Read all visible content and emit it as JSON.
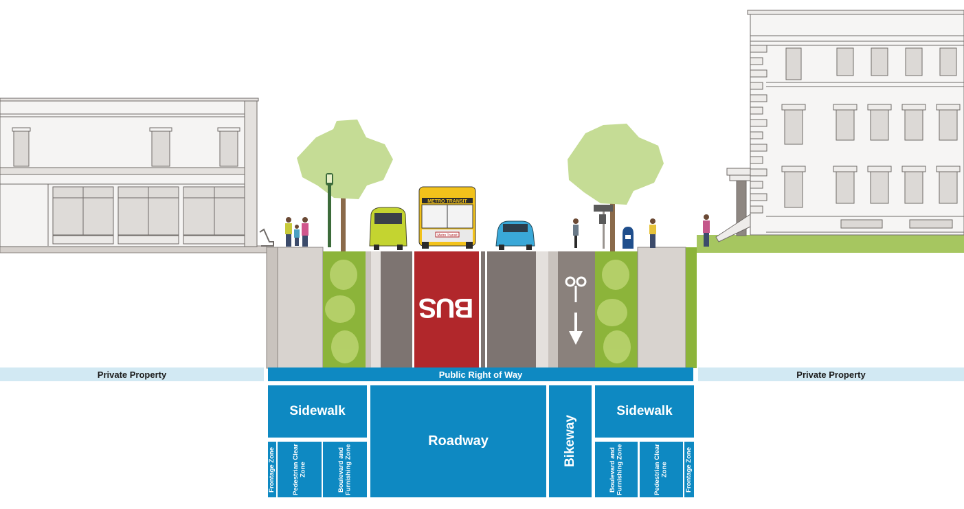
{
  "labels": {
    "private_left": "Private Property",
    "public": "Public Right of Way",
    "private_right": "Private Property"
  },
  "zones": {
    "sidewalk_left": "Sidewalk",
    "frontage_left": "Frontage Zone",
    "ped_clear_left": "Pedestrian Clear Zone",
    "boulevard_left": "Boulevard and Furnishing Zone",
    "roadway": "Roadway",
    "bikeway": "Bikeway",
    "sidewalk_right": "Sidewalk",
    "boulevard_right": "Boulevard and Furnishing Zone",
    "ped_clear_right": "Pedestrian Clear Zone",
    "frontage_right": "Frontage Zone"
  },
  "street": {
    "bus_lane_marking": "BUS",
    "bus_sign": "METRO TRANSIT",
    "bus_plate": "Metro Transit"
  },
  "colors": {
    "zone_blue": "#0e89c2",
    "private_band": "#d2e9f3",
    "bus_lane_red": "#b1272b",
    "travel_lane_gray": "#7d7471",
    "tree_canopy": "#c5dc95",
    "boulevard_green": "#8cb43a",
    "sidewalk_gray": "#d8d3cf"
  }
}
